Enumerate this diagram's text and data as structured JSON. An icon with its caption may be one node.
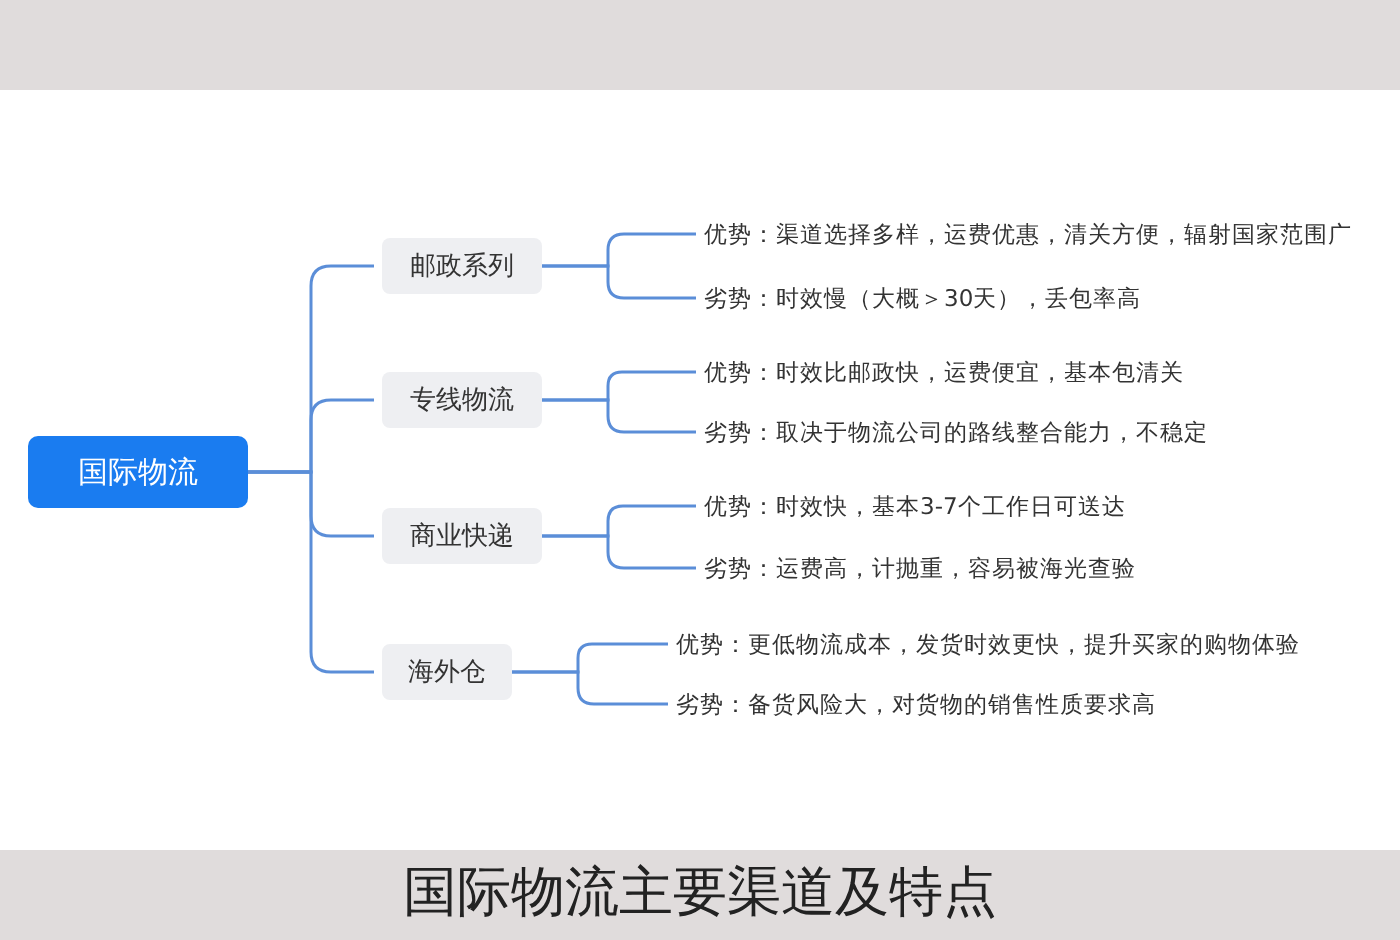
{
  "diagram": {
    "title": "国际物流主要渠道及特点",
    "nodes": [
      {
        "text": [
          "国际物流"
        ]
      },
      {
        "text": [
          "邮政系列"
        ]
      },
      {
        "text": [
          "优势：渠道选择多样，运费优惠，清关方便，辐射国家范围广"
        ]
      },
      {
        "text": [
          "劣势：时效慢（大概＞30天），丢包率高"
        ]
      },
      {
        "text": [
          "专线物流"
        ]
      },
      {
        "text": [
          "优势：时效比邮政快，运费便宜，基本包清关"
        ]
      },
      {
        "text": [
          "劣势：取决于物流公司的路线整合能力，不稳定"
        ]
      },
      {
        "text": [
          "商业快递"
        ]
      },
      {
        "text": [
          "优势：时效快，基本3-7个工作日可送达"
        ]
      },
      {
        "text": [
          "劣势：运费高，计抛重，容易被海光查验"
        ]
      },
      {
        "text": [
          "海外仓"
        ]
      },
      {
        "text": [
          "优势：更低物流成本，发货时效更快，提升买家的购物体验"
        ]
      },
      {
        "text": [
          "劣势：备货风险大，对货物的销售性质要求高"
        ]
      }
    ],
    "edges": [
      {
        "from": 0,
        "to": 1,
        "arrow": "none"
      },
      {
        "from": 0,
        "to": 4,
        "arrow": "none"
      },
      {
        "from": 0,
        "to": 7,
        "arrow": "none"
      },
      {
        "from": 0,
        "to": 10,
        "arrow": "none"
      },
      {
        "from": 1,
        "to": 2,
        "arrow": "none"
      },
      {
        "from": 1,
        "to": 3,
        "arrow": "none"
      },
      {
        "from": 4,
        "to": 5,
        "arrow": "none"
      },
      {
        "from": 4,
        "to": 6,
        "arrow": "none"
      },
      {
        "from": 7,
        "to": 8,
        "arrow": "none"
      },
      {
        "from": 7,
        "to": 9,
        "arrow": "none"
      },
      {
        "from": 10,
        "to": 11,
        "arrow": "none"
      },
      {
        "from": 10,
        "to": 12,
        "arrow": "none"
      }
    ]
  }
}
